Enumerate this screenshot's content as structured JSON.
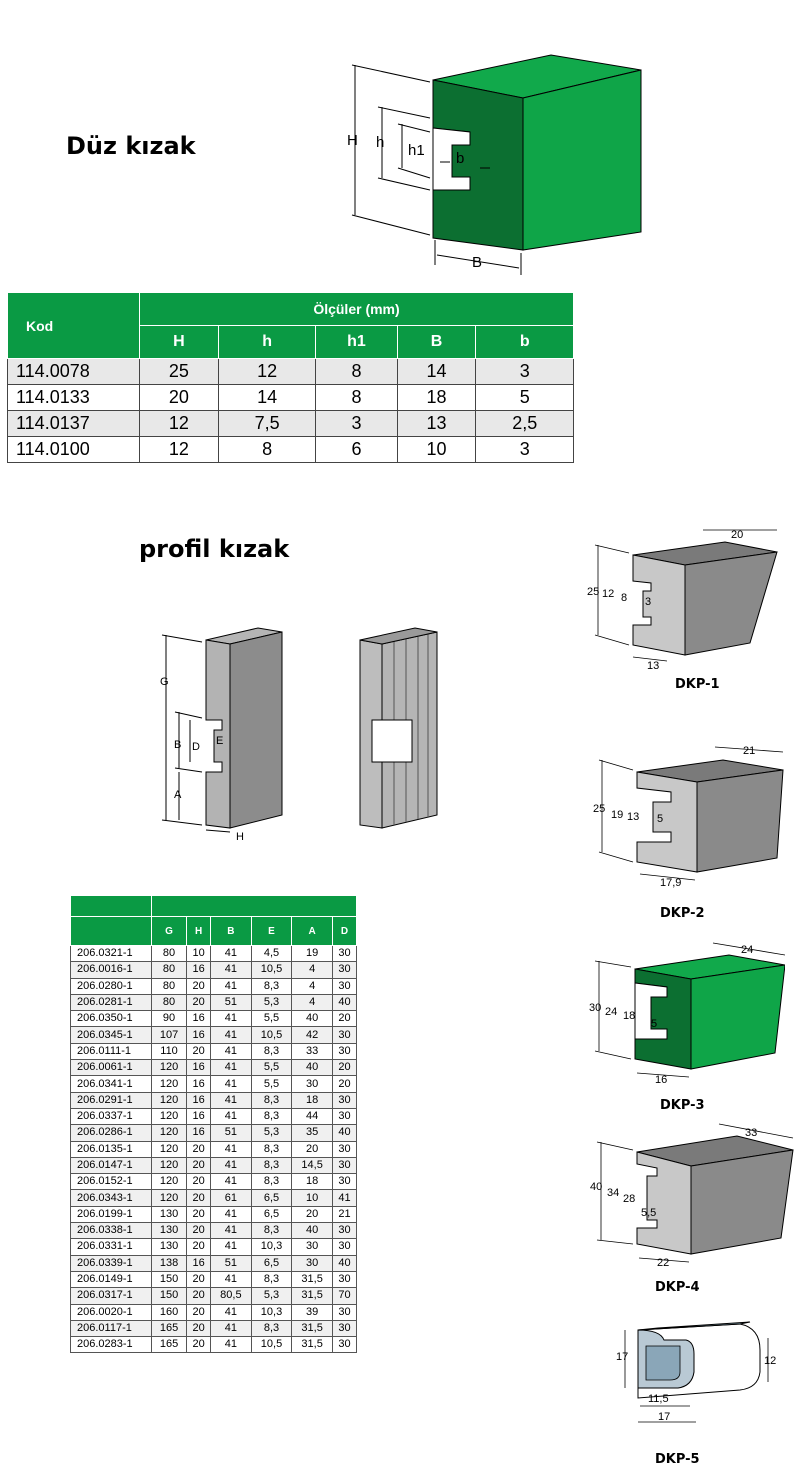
{
  "section1": {
    "title": "Düz kızak",
    "diagram_labels": {
      "H": "H",
      "h": "h",
      "h1": "h1",
      "b": "b",
      "B": "B"
    }
  },
  "table1": {
    "code_header": "Kod",
    "group_header": "Ölçüler (mm)",
    "columns": [
      "H",
      "h",
      "h1",
      "B",
      "b"
    ],
    "rows": [
      [
        "114.0078",
        "25",
        "12",
        "8",
        "14",
        "3"
      ],
      [
        "114.0133",
        "20",
        "14",
        "8",
        "18",
        "5"
      ],
      [
        "114.0137",
        "12",
        "7,5",
        "3",
        "13",
        "2,5"
      ],
      [
        "114.0100",
        "12",
        "8",
        "6",
        "10",
        "3"
      ]
    ]
  },
  "section2": {
    "title": "profil kızak",
    "diagram_labels": {
      "G": "G",
      "B": "B",
      "D": "D",
      "E": "E",
      "A": "A",
      "H": "H"
    }
  },
  "table2": {
    "columns": [
      "G",
      "H",
      "B",
      "E",
      "A",
      "D"
    ],
    "rows": [
      [
        "206.0321-1",
        "80",
        "10",
        "41",
        "4,5",
        "19",
        "30"
      ],
      [
        "206.0016-1",
        "80",
        "16",
        "41",
        "10,5",
        "4",
        "30"
      ],
      [
        "206.0280-1",
        "80",
        "20",
        "41",
        "8,3",
        "4",
        "30"
      ],
      [
        "206.0281-1",
        "80",
        "20",
        "51",
        "5,3",
        "4",
        "40"
      ],
      [
        "206.0350-1",
        "90",
        "16",
        "41",
        "5,5",
        "40",
        "20"
      ],
      [
        "206.0345-1",
        "107",
        "16",
        "41",
        "10,5",
        "42",
        "30"
      ],
      [
        "206.0111-1",
        "110",
        "20",
        "41",
        "8,3",
        "33",
        "30"
      ],
      [
        "206.0061-1",
        "120",
        "16",
        "41",
        "5,5",
        "40",
        "20"
      ],
      [
        "206.0341-1",
        "120",
        "16",
        "41",
        "5,5",
        "30",
        "20"
      ],
      [
        "206.0291-1",
        "120",
        "16",
        "41",
        "8,3",
        "18",
        "30"
      ],
      [
        "206.0337-1",
        "120",
        "16",
        "41",
        "8,3",
        "44",
        "30"
      ],
      [
        "206.0286-1",
        "120",
        "16",
        "51",
        "5,3",
        "35",
        "40"
      ],
      [
        "206.0135-1",
        "120",
        "20",
        "41",
        "8,3",
        "20",
        "30"
      ],
      [
        "206.0147-1",
        "120",
        "20",
        "41",
        "8,3",
        "14,5",
        "30"
      ],
      [
        "206.0152-1",
        "120",
        "20",
        "41",
        "8,3",
        "18",
        "30"
      ],
      [
        "206.0343-1",
        "120",
        "20",
        "61",
        "6,5",
        "10",
        "41"
      ],
      [
        "206.0199-1",
        "130",
        "20",
        "41",
        "6,5",
        "20",
        "21"
      ],
      [
        "206.0338-1",
        "130",
        "20",
        "41",
        "8,3",
        "40",
        "30"
      ],
      [
        "206.0331-1",
        "130",
        "20",
        "41",
        "10,3",
        "30",
        "30"
      ],
      [
        "206.0339-1",
        "138",
        "16",
        "51",
        "6,5",
        "30",
        "40"
      ],
      [
        "206.0149-1",
        "150",
        "20",
        "41",
        "8,3",
        "31,5",
        "30"
      ],
      [
        "206.0317-1",
        "150",
        "20",
        "80,5",
        "5,3",
        "31,5",
        "70"
      ],
      [
        "206.0020-1",
        "160",
        "20",
        "41",
        "10,3",
        "39",
        "30"
      ],
      [
        "206.0117-1",
        "165",
        "20",
        "41",
        "8,3",
        "31,5",
        "30"
      ],
      [
        "206.0283-1",
        "165",
        "20",
        "41",
        "10,5",
        "31,5",
        "30"
      ]
    ]
  },
  "profiles": [
    {
      "name": "DKP-1",
      "dims": [
        "20",
        "25",
        "12",
        "8",
        "3",
        "13"
      ]
    },
    {
      "name": "DKP-2",
      "dims": [
        "21",
        "25",
        "19",
        "13",
        "5",
        "17,9"
      ]
    },
    {
      "name": "DKP-3",
      "dims": [
        "24",
        "30",
        "24",
        "18",
        "5",
        "16"
      ]
    },
    {
      "name": "DKP-4",
      "dims": [
        "33",
        "40",
        "34",
        "28",
        "5,5",
        "22"
      ]
    },
    {
      "name": "DKP-5",
      "dims": [
        "17",
        "12",
        "11,5",
        "17"
      ]
    }
  ],
  "colors": {
    "green": "#0a9a44",
    "dark_green": "#0b6e2f",
    "grey": "#8c8c8c",
    "light_grey": "#c8c8c8"
  }
}
